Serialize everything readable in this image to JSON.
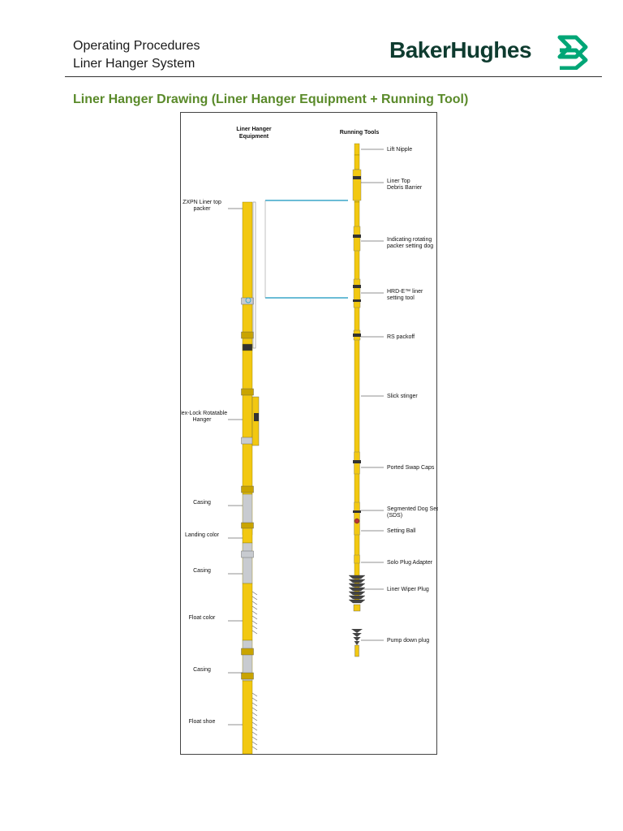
{
  "header": {
    "line1": "Operating Procedures",
    "line2": "Liner Hanger System"
  },
  "logo": {
    "text": "BakerHughes",
    "color": "#0e3b2f",
    "mark_color": "#00a676",
    "icon": "bakerhughes-chevron-logo-icon"
  },
  "section_title": "Liner Hanger Drawing (Liner Hanger Equipment + Running Tool)",
  "figure": {
    "col_left_header": [
      "Liner Hanger",
      "Equipment"
    ],
    "col_right_header": "Running Tools",
    "left_labels": [
      [
        "ZXPN Liner top",
        "packer"
      ],
      [
        "Flex-Lock Rotatable",
        "Hanger"
      ],
      [
        "Casing"
      ],
      [
        "Landing color"
      ],
      [
        "Casing"
      ],
      [
        "Float color"
      ],
      [
        "Casing"
      ],
      [
        "Float shoe"
      ]
    ],
    "right_labels": [
      [
        "Lift Nipple"
      ],
      [
        "Liner Top",
        "Debris Barrier"
      ],
      [
        "Indicating rotating",
        "packer setting dog"
      ],
      [
        "HRD-E™ liner",
        "setting tool"
      ],
      [
        "RS packoff"
      ],
      [
        "Slick stinger"
      ],
      [
        "Ported Swap Caps"
      ],
      [
        "Segmented Dog Seat",
        "(SDS)"
      ],
      [
        "Setting Ball"
      ],
      [
        "Solo Plug Adapter"
      ],
      [
        "Liner Wiper Plug"
      ],
      [
        "Pump down plug"
      ]
    ],
    "colors": {
      "yellow": "#f2c811",
      "yellow_dark": "#c9a400",
      "gray": "#c8cbd0",
      "dark": "#333333",
      "connector": "#3aa6c9"
    }
  }
}
